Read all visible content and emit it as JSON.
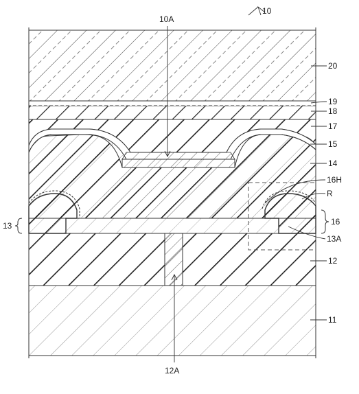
{
  "figure": {
    "ref": "10",
    "labels": {
      "l10A": "10A",
      "l20": "20",
      "l19": "19",
      "l18": "18",
      "l17": "17",
      "l15": "15",
      "l14": "14",
      "l16H": "16H",
      "lR": "R",
      "l13": "13",
      "l16": "16",
      "l13A": "13A",
      "l12": "12",
      "l11": "11",
      "l12A": "12A"
    }
  },
  "colors": {
    "line": "#333333",
    "background": "#ffffff"
  }
}
